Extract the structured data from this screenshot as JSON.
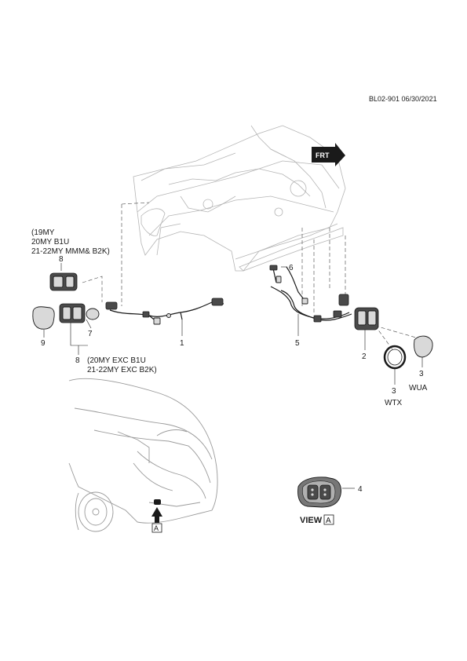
{
  "doc_ref": "BL02-901 06/30/2021",
  "fwd_label": "FRT",
  "labels": {
    "callout_1": "1",
    "callout_2": "2",
    "callout_3a": "3",
    "callout_3b": "3",
    "callout_4": "4",
    "callout_5": "5",
    "callout_6": "6",
    "callout_7": "7",
    "callout_8a": "8",
    "callout_8b": "8",
    "callout_9": "9",
    "wtx": "WTX",
    "wua": "WUA",
    "note_19my_l1": "(19MY",
    "note_19my_l2": "20MY B1U",
    "note_19my_l3": "21-22MY MMM& B2K)",
    "note_20my_l1": "(20MY EXC B1U",
    "note_20my_l2": "21-22MY EXC B2K)",
    "view_label": "VIEW",
    "view_letter": "A",
    "arrow_letter": "A"
  }
}
